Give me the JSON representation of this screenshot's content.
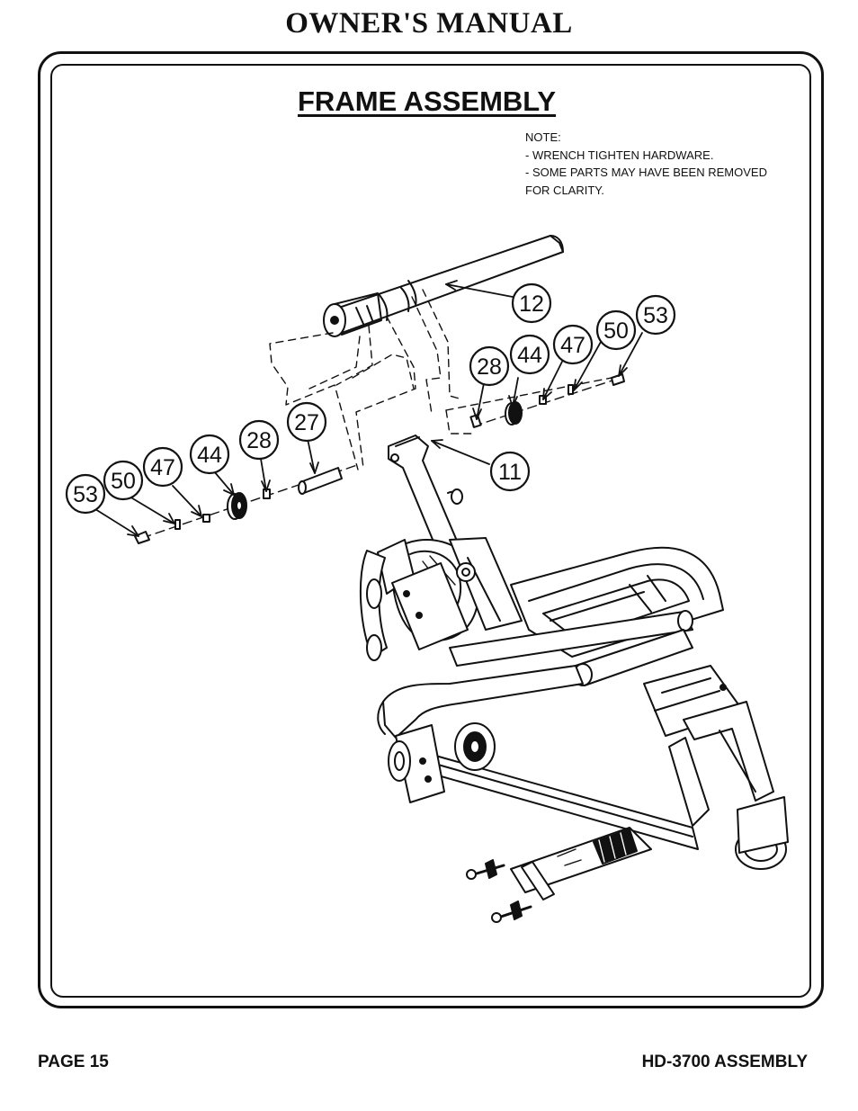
{
  "header": {
    "title": "OWNER'S MANUAL"
  },
  "section": {
    "title": "FRAME ASSEMBLY"
  },
  "note": {
    "lines": [
      "NOTE:",
      "- WRENCH TIGHTEN HARDWARE.",
      "- SOME PARTS MAY HAVE BEEN REMOVED",
      "FOR CLARITY."
    ]
  },
  "callouts": {
    "c12": "12",
    "c53_right": "53",
    "c50_right": "50",
    "c47_right": "47",
    "c44_right": "44",
    "c28_right": "28",
    "c11": "11",
    "c27": "27",
    "c28_left": "28",
    "c44_left": "44",
    "c47_left": "47",
    "c50_left": "50",
    "c53_left": "53"
  },
  "footer": {
    "page": "PAGE 15",
    "model": "HD-3700 ASSEMBLY"
  }
}
